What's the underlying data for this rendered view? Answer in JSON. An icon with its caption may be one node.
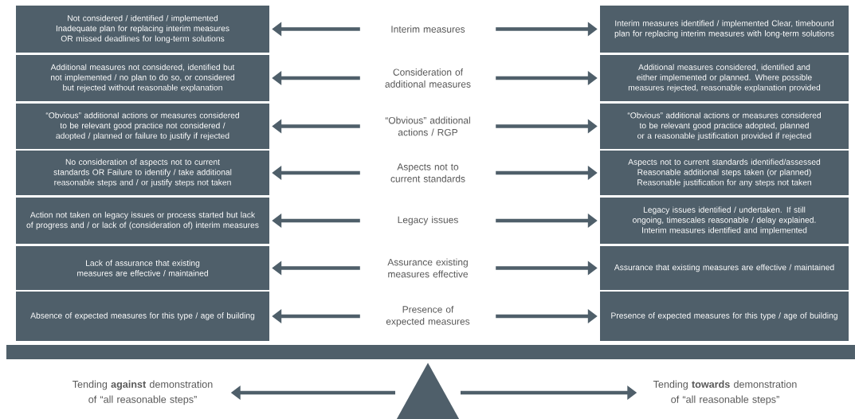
{
  "diagram": {
    "nodes": [
      {
        "text": [
          "Not considered / identified / implemented Inadequate plan for replacing interim measures OR missed deadlines for long-term solutions"
        ]
      },
      {
        "text": [
          "Interim measures"
        ]
      },
      {
        "text": [
          "Interim measures identified / implemented Clear, timebound plan for replacing interim measures with long-term solutions"
        ]
      },
      {
        "text": [
          "Additional measures not considered, identified but not implemented / no plan to do so, or considered but rejected without reasonable explanation"
        ]
      },
      {
        "text": [
          "Consideration of additional measures"
        ]
      },
      {
        "text": [
          "Additional measures considered, identified and either implemented or planned. Where possible measures rejected, reasonable explanation provided"
        ]
      },
      {
        "text": [
          "“Obvious” additional actions or measures considered to be relevant good practice not considered / adopted / planned or failure to justify if rejected"
        ]
      },
      {
        "text": [
          "“Obvious” additional actions / RGP"
        ]
      },
      {
        "text": [
          "“Obvious” additional actions or measures considered to be relevant good practice adopted, planned or a reasonable justification provided if rejected"
        ]
      },
      {
        "text": [
          "No consideration of aspects not to current standards OR Failure to identify / take additional reasonable steps and / or justify steps not taken"
        ]
      },
      {
        "text": [
          "Aspects not to current standards"
        ]
      },
      {
        "text": [
          "Aspects not to current standards identified/assessed Reasonable additional steps taken (or planned) Reasonable justification for any steps not taken"
        ]
      },
      {
        "text": [
          "Action not taken on legacy issues or process started but lack of progress and / or lack of (consideration of) interim measures"
        ]
      },
      {
        "text": [
          "Legacy issues"
        ]
      },
      {
        "text": [
          "Legacy issues identified / undertaken. If still ongoing, timescales reasonable / delay explained. Interim measures identified and implemented"
        ]
      },
      {
        "text": [
          "Lack of assurance that existing measures are effective / maintained"
        ]
      },
      {
        "text": [
          "Assurance existing measures effective"
        ]
      },
      {
        "text": [
          "Assurance that existing measures are effective / maintained"
        ]
      },
      {
        "text": [
          "Absence of expected measures for this type / age of building"
        ]
      },
      {
        "text": [
          "Presence of expected measures"
        ]
      },
      {
        "text": [
          "Presence of expected measures for this type / age of building"
        ]
      },
      {
        "text": [],
        "shape": "bar"
      },
      {
        "text": [
          "Tending **against** demonstration of “all reasonable steps”"
        ]
      },
      {
        "text": [],
        "shape": "triangle"
      },
      {
        "text": [
          "Tending **towards** demonstration of “all reasonable steps”"
        ]
      }
    ],
    "edges": [
      {
        "from": 1,
        "to": 0,
        "arrow": "to"
      },
      {
        "from": 1,
        "to": 2,
        "arrow": "to"
      },
      {
        "from": 4,
        "to": 3,
        "arrow": "to"
      },
      {
        "from": 4,
        "to": 5,
        "arrow": "to"
      },
      {
        "from": 7,
        "to": 6,
        "arrow": "to"
      },
      {
        "from": 7,
        "to": 8,
        "arrow": "to"
      },
      {
        "from": 10,
        "to": 9,
        "arrow": "to"
      },
      {
        "from": 10,
        "to": 11,
        "arrow": "to"
      },
      {
        "from": 13,
        "to": 12,
        "arrow": "to"
      },
      {
        "from": 13,
        "to": 14,
        "arrow": "to"
      },
      {
        "from": 16,
        "to": 15,
        "arrow": "to"
      },
      {
        "from": 16,
        "to": 17,
        "arrow": "to"
      },
      {
        "from": 19,
        "to": 18,
        "arrow": "to"
      },
      {
        "from": 19,
        "to": 20,
        "arrow": "to"
      },
      {
        "from": 23,
        "to": 22,
        "arrow": "to"
      },
      {
        "from": 23,
        "to": 24,
        "arrow": "to"
      }
    ]
  }
}
